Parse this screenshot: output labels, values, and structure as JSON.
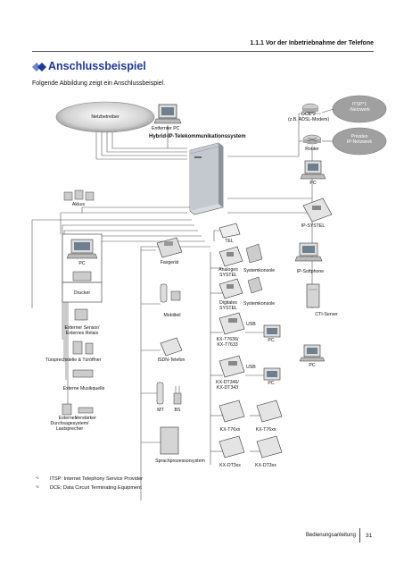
{
  "header": {
    "section": "1.1.1 Vor der Inbetriebnahme der Telefone"
  },
  "title": "Anschlussbeispiel",
  "intro": "Folgende Abbildung zeigt ein Anschlussbeispiel.",
  "labels": {
    "netzbetreiber": "Netzbetreiber",
    "remote_pc": "Entfernter PC",
    "system": "Hybrid-IP-Telekommunikationssystem",
    "dce": "DCE*2",
    "dce_note": "(z.B. ADSL-Modem)",
    "router": "Router",
    "itsp": "ITSP*1",
    "itsp2": "-Netzwerk",
    "private": "Privates",
    "private2": "IP-Netzwerk",
    "pc_top": "PC",
    "akkus": "Akkus",
    "ip_systel": "IP-SYSTEL",
    "pc_left": "PC",
    "drucker": "Drucker",
    "fax": "Faxgerät",
    "tel": "TEL",
    "analog1": "Analoges",
    "analog2": "SYSTEL",
    "konsole1": "Systemkonsole",
    "ip_softphone": "IP-Softphone",
    "mobil": "Mobilteil",
    "digital1": "Digitales",
    "digital2": "SYSTEL",
    "konsole2": "Systemkonsole",
    "cti": "CTI-Server",
    "sensor1": "Externer Sensor/",
    "sensor2": "Externes Relais",
    "usb1": "USB",
    "kxt1": "KX-T7636/",
    "kxt2": "KX-T7633",
    "pc_mid1": "PC",
    "pc_right": "PC",
    "tuer": "Türsprechstelle & Türöffner",
    "isdn": "ISDN-Telefon",
    "usb2": "USB",
    "musik": "Externe Musikquelle",
    "kxdt1": "KX-DT346/",
    "kxdt2": "KX-DT343",
    "pc_mid2": "PC",
    "mt": "MT",
    "bs": "BS",
    "ext1": "Externes",
    "ext2": "Verstärker",
    "durch1": "Durchsagesystem/",
    "durch2": "Lautsprecher",
    "kxt76": "KX-T76xx",
    "kxt76b": "KX-T76xx",
    "sprach": "Sprachprozessorsystem",
    "kxdt3": "KX-DT3xx",
    "kxdt3b": "KX-DT3xx"
  },
  "footnotes": [
    {
      "mark": "*1",
      "text": "ITSP: Internet Telephony Service Provider"
    },
    {
      "mark": "*2",
      "text": "DCE: Data Circuit Terminating Equipment"
    }
  ],
  "footer": {
    "manual": "Bedienungsanleitung",
    "page": "31"
  },
  "colors": {
    "title": "#1f3a93",
    "cloud": "#9a9a9a",
    "line": "#555555"
  }
}
